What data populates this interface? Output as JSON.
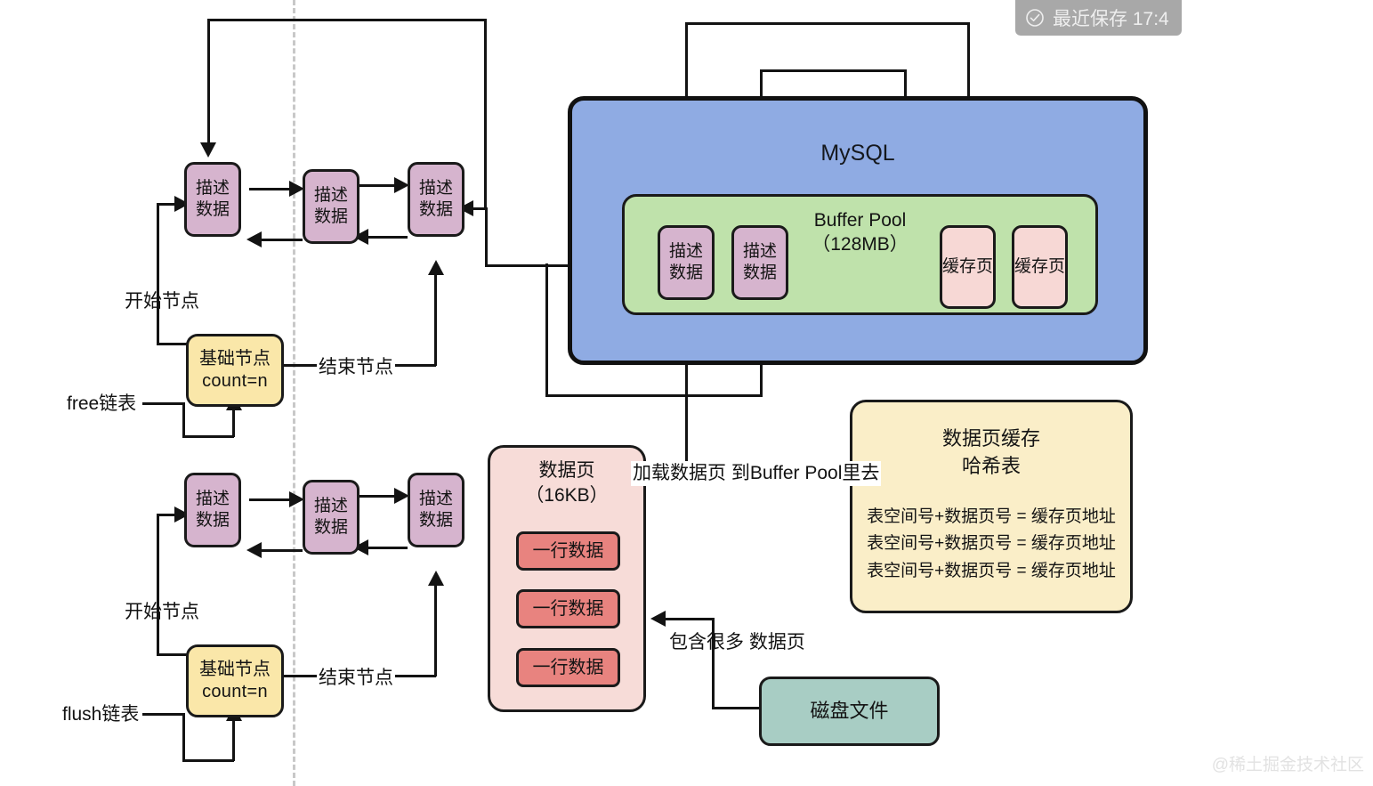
{
  "toast": {
    "icon": "check-circle-icon",
    "text": "最近保存 17:4"
  },
  "watermark": {
    "text": "@稀土掘金技术社区"
  },
  "mysql": {
    "title": "MySQL",
    "buffer_pool": {
      "title_line1": "Buffer Pool",
      "title_line2": "（128MB）",
      "descriptors": [
        {
          "line1": "描述",
          "line2": "数据"
        },
        {
          "line1": "描述",
          "line2": "数据"
        }
      ],
      "cache_pages": [
        {
          "label": "缓存页"
        },
        {
          "label": "缓存页"
        }
      ]
    }
  },
  "free_list": {
    "name": "free链表",
    "start_label": "开始节点",
    "end_label": "结束节点",
    "base_node": {
      "title": "基础节点",
      "count": "count=n"
    },
    "nodes": [
      {
        "line1": "描述",
        "line2": "数据"
      },
      {
        "line1": "描述",
        "line2": "数据"
      },
      {
        "line1": "描述",
        "line2": "数据"
      }
    ]
  },
  "flush_list": {
    "name": "flush链表",
    "start_label": "开始节点",
    "end_label": "结束节点",
    "base_node": {
      "title": "基础节点",
      "count": "count=n"
    },
    "nodes": [
      {
        "line1": "描述",
        "line2": "数据"
      },
      {
        "line1": "描述",
        "line2": "数据"
      },
      {
        "line1": "描述",
        "line2": "数据"
      }
    ]
  },
  "data_page": {
    "title_line1": "数据页",
    "title_line2": "（16KB）",
    "rows": [
      {
        "label": "一行数据"
      },
      {
        "label": "一行数据"
      },
      {
        "label": "一行数据"
      }
    ],
    "load_label_line1": "加载数据页",
    "load_label_line2": "到Buffer Pool里去",
    "contains_label_line1": "包含很多",
    "contains_label_line2": "数据页"
  },
  "hash_table": {
    "title_line1": "数据页缓存",
    "title_line2": "哈希表",
    "entries": [
      {
        "text": "表空间号+数据页号 = 缓存页地址"
      },
      {
        "text": "表空间号+数据页号 = 缓存页地址"
      },
      {
        "text": "表空间号+数据页号 = 缓存页地址"
      }
    ]
  },
  "disk": {
    "label": "磁盘文件"
  },
  "colors": {
    "mysql_box": "#8fabe3",
    "buffer_pool": "#bfe2ab",
    "descriptor": "#d6b4ce",
    "cache_page": "#f7d8d5",
    "base_node": "#fae7a9",
    "data_page": "#f7dcd8",
    "data_row": "#e8837f",
    "hash_table": "#faeec8",
    "disk_file": "#a8cdc4",
    "stroke": "#131313"
  }
}
